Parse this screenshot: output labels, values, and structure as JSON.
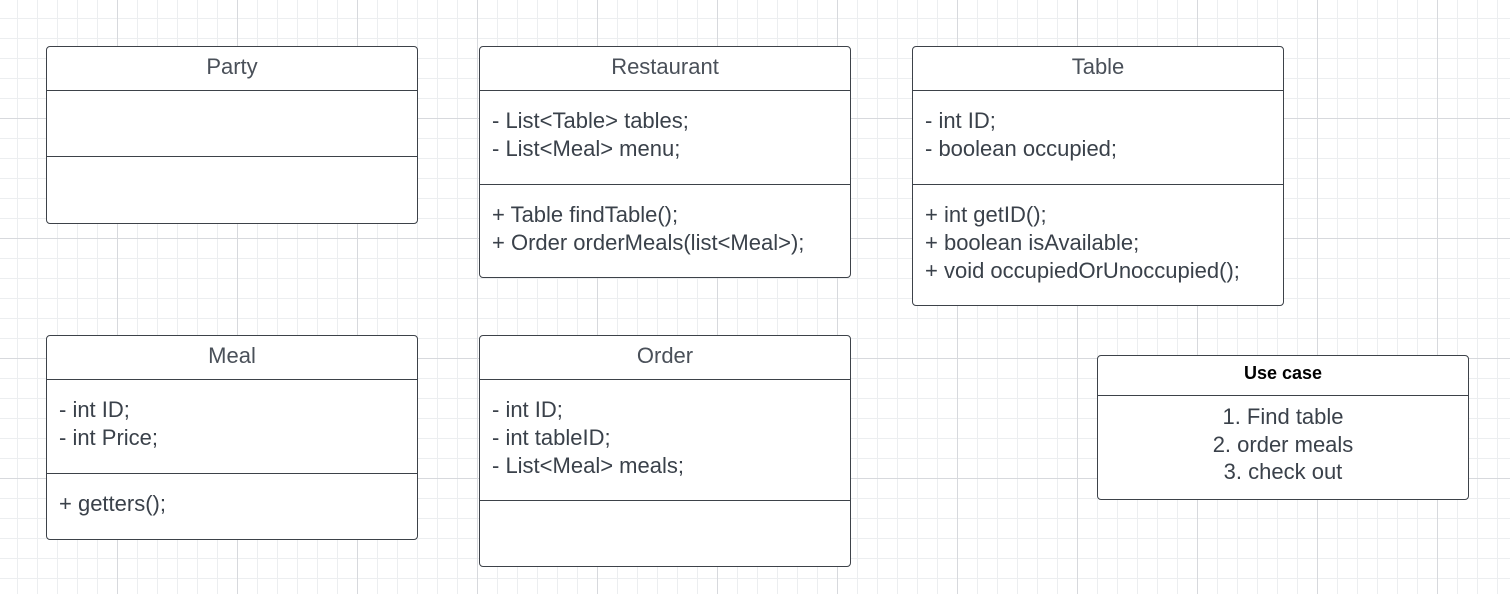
{
  "classes": {
    "party": {
      "name": "Party",
      "attributes": [],
      "methods": []
    },
    "restaurant": {
      "name": "Restaurant",
      "attributes": [
        "- List<Table> tables;",
        "- List<Meal> menu;"
      ],
      "methods": [
        "+ Table findTable();",
        "+ Order orderMeals(list<Meal>);"
      ]
    },
    "table": {
      "name": "Table",
      "attributes": [
        "- int ID;",
        "- boolean occupied;"
      ],
      "methods": [
        "+ int getID();",
        "+ boolean isAvailable;",
        "+ void occupiedOrUnoccupied();"
      ]
    },
    "meal": {
      "name": "Meal",
      "attributes": [
        "- int ID;",
        "- int Price;"
      ],
      "methods": [
        "+ getters();"
      ]
    },
    "order": {
      "name": "Order",
      "attributes": [
        "- int ID;",
        "- int tableID;",
        "- List<Meal> meals;"
      ],
      "methods": []
    }
  },
  "use_case": {
    "title": "Use case",
    "steps": [
      "1. Find table",
      "2. order meals",
      "3. check out"
    ]
  }
}
